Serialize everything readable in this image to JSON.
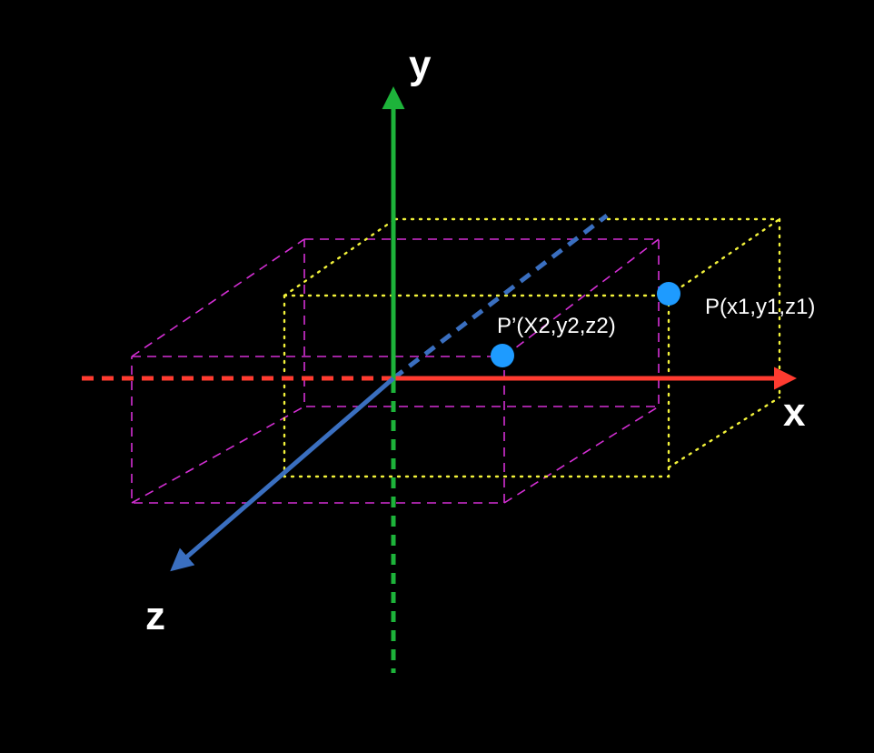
{
  "axes": {
    "x": {
      "label": "x",
      "color": "#ff3b30"
    },
    "y": {
      "label": "y",
      "color": "#1db33a"
    },
    "z": {
      "label": "z",
      "color": "#3a6fc0"
    }
  },
  "points": {
    "p1": {
      "label": "P(x1,y1,z1)",
      "color": "#1e9bff"
    },
    "p2": {
      "label": "P’(X2,y2,z2)",
      "color": "#1e9bff"
    }
  },
  "boxes": {
    "magenta": {
      "color": "#d42fd4"
    },
    "yellow": {
      "color": "#f2f23a"
    }
  }
}
